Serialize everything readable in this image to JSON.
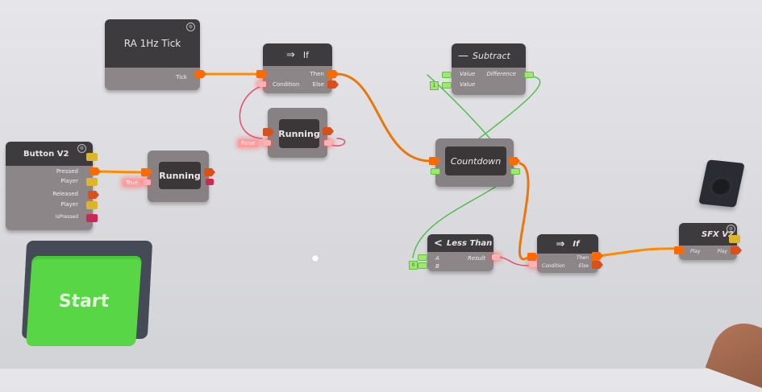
{
  "scene": {
    "background": "#dedee2",
    "cursor_dot": "white-dot-cursor"
  },
  "nodes": {
    "tick": {
      "title": "RA 1Hz Tick",
      "out_port": "Tick"
    },
    "if_top": {
      "title": "If",
      "icon": "⇒",
      "in_ports": [
        "",
        "Condition"
      ],
      "out_ports": [
        "Then",
        "Else"
      ]
    },
    "running_top": {
      "title": "Running",
      "value_badge": "False"
    },
    "subtract": {
      "title": "Subtract",
      "icon": "—",
      "in_ports": [
        "Value",
        "Value"
      ],
      "out_port": "Difference",
      "const_input": "1"
    },
    "button": {
      "title": "Button V2",
      "out_ports": [
        "Pressed",
        "Player",
        "Released",
        "Player",
        "IsPressed"
      ]
    },
    "running_left": {
      "title": "Running",
      "value_badge": "True"
    },
    "countdown": {
      "title": "Countdown"
    },
    "less_than": {
      "title": "Less Than",
      "icon": "<",
      "in_ports": [
        "A",
        "B"
      ],
      "out_port": "Result",
      "const_input": "0"
    },
    "if_bottom": {
      "title": "If",
      "icon": "⇒",
      "in_ports": [
        "",
        "Condition"
      ],
      "out_ports": [
        "Then",
        "Else"
      ]
    },
    "sfx": {
      "title": "SFX V2",
      "in_port": "Play",
      "out_port": "Play"
    }
  },
  "start_button": {
    "label": "Start",
    "color": "#58d645"
  },
  "colors": {
    "exec_wire": "#ff8a00",
    "bool_wire": "#e0506a",
    "number_wire": "#4fbf4a",
    "node_header": "#3e3b3f",
    "node_body": "#8d8689"
  }
}
